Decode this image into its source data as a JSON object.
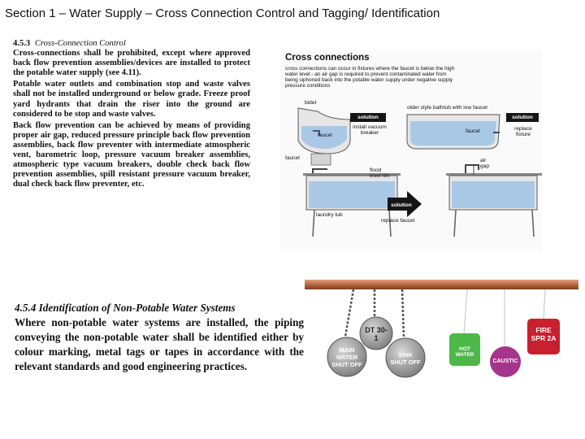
{
  "slide": {
    "title": "Section 1 – Water Supply – Cross Connection Control and Tagging/ Identification"
  },
  "section1": {
    "number": "4.5.3",
    "heading": "Cross-Connection Control",
    "paragraphs": [
      "Cross-connections shall be prohibited, except where approved back flow prevention assemblies/devices are installed to protect the potable water supply (see 4.11).",
      "Potable water outlets and combination stop and waste valves shall not be installed underground or below grade. Freeze proof yard hydrants that drain the riser into the ground are considered to be stop and waste valves.",
      "Back flow prevention can be achieved by means of providing proper air gap, reduced pressure principle back flow prevention assemblies, back flow preventer with intermediate atmospheric vent, barometric loop, pressure vacuum breaker assemblies, atmospheric type vacuum breakers, double check back flow prevention assemblies, spill resistant pressure vacuum breaker, dual check back flow preventer, etc."
    ]
  },
  "section2": {
    "number": "4.5.4",
    "heading": "Identification of Non-Potable Water Systems",
    "paragraphs": [
      "Where non-potable water systems are installed, the piping conveying the non-potable water shall be identified either by colour marking, metal tags or tapes in accordance with the relevant standards and good engineering practices."
    ]
  },
  "diagram": {
    "title": "Cross connections",
    "description": "cross connections can occur in fixtures where the faucet is below the high water level - an air gap is required to prevent contaminated water from being siphoned back into the potable water supply under negative supply pressure conditions",
    "labels": {
      "bidet": "bidet",
      "faucet_bidet": "faucet",
      "bathtub": "older style bathtub with low faucet",
      "faucet_tub": "faucet",
      "solution_a": "solution",
      "install_vacuum_breaker": "install vacuum breaker",
      "solution_b": "solution",
      "replace_fixture": "replace fixture",
      "faucet_sink": "faucet",
      "flood_level_rim": "flood level rim",
      "air_gap": "air gap",
      "solution_c": "solution",
      "laundry_tub": "laundry tub",
      "replace_faucet": "replace faucet"
    },
    "colors": {
      "water": "#a9c8e6",
      "fixture": "#e6e6e6",
      "solution_box": "#151515"
    }
  },
  "tags": [
    {
      "text": "MAIN WATER SHUT OFF",
      "shape": "circle",
      "color": "#9a9a9a"
    },
    {
      "text": "DT 30-1",
      "shape": "circle",
      "color": "#b8b8b8"
    },
    {
      "text": "SINK SHUT OFF",
      "shape": "circle",
      "color": "#9a9a9a"
    },
    {
      "text": "HOT WATER",
      "shape": "square",
      "color": "#4db848"
    },
    {
      "text": "CAUSTIC",
      "shape": "circle",
      "color": "#a6338c"
    },
    {
      "text": "FIRE SPR 2A",
      "shape": "square",
      "color": "#c8202e"
    }
  ]
}
